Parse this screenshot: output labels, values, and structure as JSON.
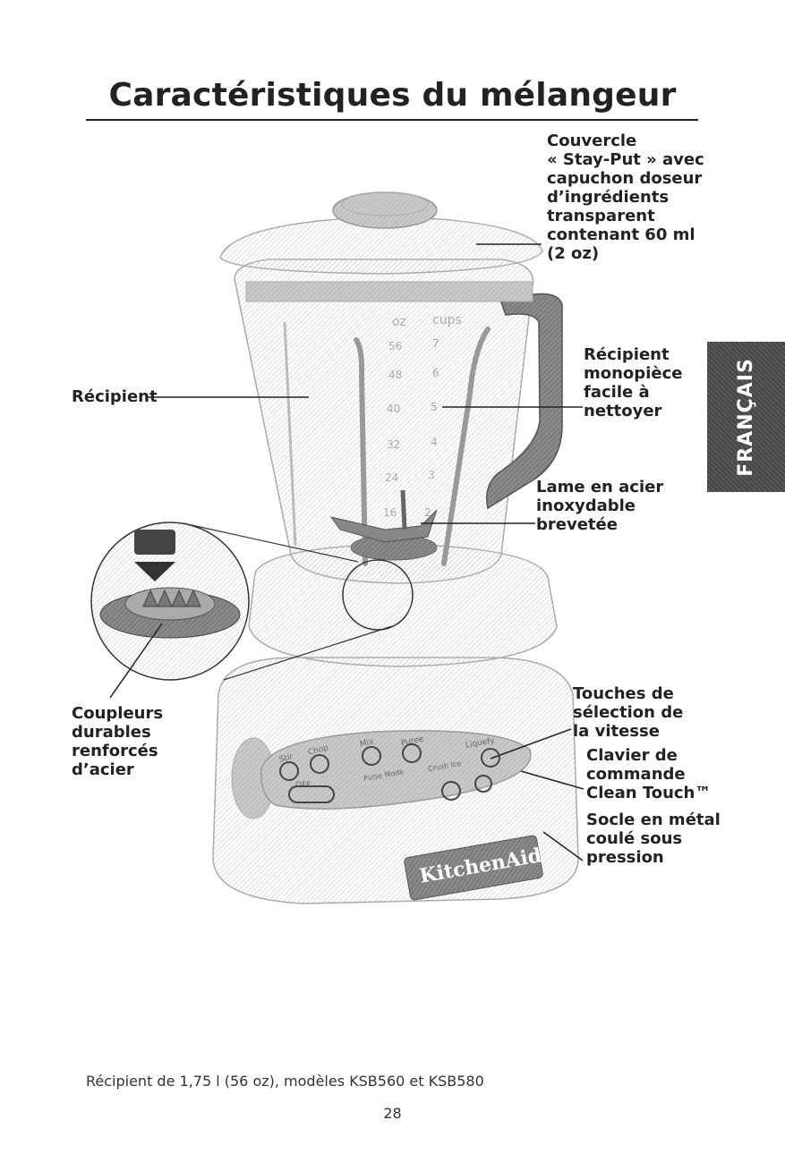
{
  "page_title": "Caractéristiques du mélangeur",
  "side_tab": "FRANÇAIS",
  "labels": {
    "lid": "Couvercle\n« Stay-Put » avec\ncapuchon doseur\nd’ingrédients\ntransparent\ncontenant 60 ml\n(2 oz)",
    "jar_left": "Récipient",
    "jar_right": "Récipient\nmonopièce\nfacile à\nnettoyer",
    "blade": "Lame en acier\ninoxydable\nbrevetée",
    "couplers": "Coupleurs\ndurables\nrenforcés\nd’acier",
    "speed_buttons": "Touches de\nsélection de\nla vitesse",
    "keypad": "Clavier de\ncommande\nClean Touch™",
    "base": "Socle en métal\ncoulé sous\npression"
  },
  "jar_scale": {
    "oz": "oz",
    "cups": "cups",
    "marks": [
      {
        "oz": "56",
        "cups": "7"
      },
      {
        "oz": "48",
        "cups": "6"
      },
      {
        "oz": "40",
        "cups": "5"
      },
      {
        "oz": "32",
        "cups": "4"
      },
      {
        "oz": "24",
        "cups": "3"
      },
      {
        "oz": "16",
        "cups": "2"
      }
    ]
  },
  "control_panel": {
    "buttons": [
      "Stir",
      "Chop",
      "Mix",
      "Puree",
      "Liquefy"
    ],
    "off_label": "OFF",
    "pulse_label": "Pulse Mode",
    "crush_label": "Crush Ice"
  },
  "brand": "KitchenAid",
  "caption": "Récipient de 1,75 l (56 oz), modèles KSB560 et KSB580",
  "page_number": "28"
}
